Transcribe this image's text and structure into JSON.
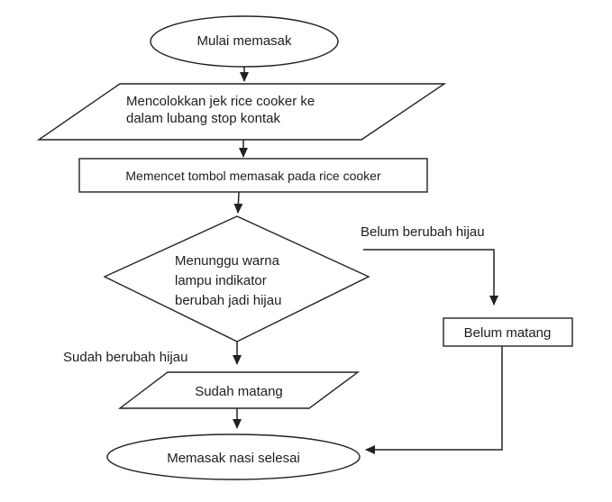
{
  "diagram": {
    "kind": "flowchart",
    "language": "Indonesian",
    "colors": {
      "stroke": "#222222",
      "text": "#1d1d1d",
      "background": "#ffffff"
    },
    "nodes": {
      "start": {
        "type": "terminator",
        "label": "Mulai memasak"
      },
      "plug_in": {
        "type": "input-output",
        "lines": [
          "Mencolokkan jek rice cooker ke",
          "dalam lubang stop kontak"
        ]
      },
      "press_button": {
        "type": "process",
        "label": "Memencet tombol memasak pada rice cooker"
      },
      "wait_indicator": {
        "type": "decision",
        "lines": [
          "Menunggu warna",
          "lampu indikator",
          "berubah jadi hijau"
        ]
      },
      "not_done": {
        "type": "process",
        "label": "Belum matang"
      },
      "done": {
        "type": "input-output",
        "label": "Sudah matang"
      },
      "end": {
        "type": "terminator",
        "label": "Memasak nasi selesai"
      }
    },
    "edge_labels": {
      "not_green": "Belum berubah hijau",
      "green": "Sudah berubah hijau"
    }
  }
}
